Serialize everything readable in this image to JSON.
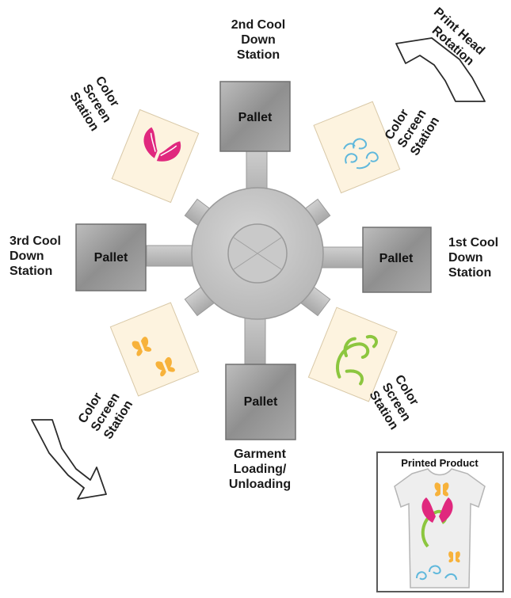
{
  "stations": {
    "pallet_label": "Pallet",
    "top_name": [
      "2nd Cool",
      "Down",
      "Station"
    ],
    "left_name": [
      "3rd Cool",
      "Down",
      "Station"
    ],
    "right_name": [
      "1st Cool",
      "Down",
      "Station"
    ],
    "bottom_name": [
      "Garment",
      "Loading/",
      "Unloading"
    ],
    "color_screen": [
      "Color",
      "Screen",
      "Station"
    ]
  },
  "rotation": {
    "label": [
      "Print Head",
      "Rotation"
    ]
  },
  "product": {
    "title": "Printed Product"
  },
  "colors": {
    "arm": "#bfbfbf",
    "hub": "#c8c8c8",
    "pallet": "#9c9c9c",
    "screen_bg": "#fdf3df",
    "magenta": "#e0287e",
    "cyan": "#5fb8dc",
    "orange": "#f7b23b",
    "green": "#8cc63f"
  }
}
